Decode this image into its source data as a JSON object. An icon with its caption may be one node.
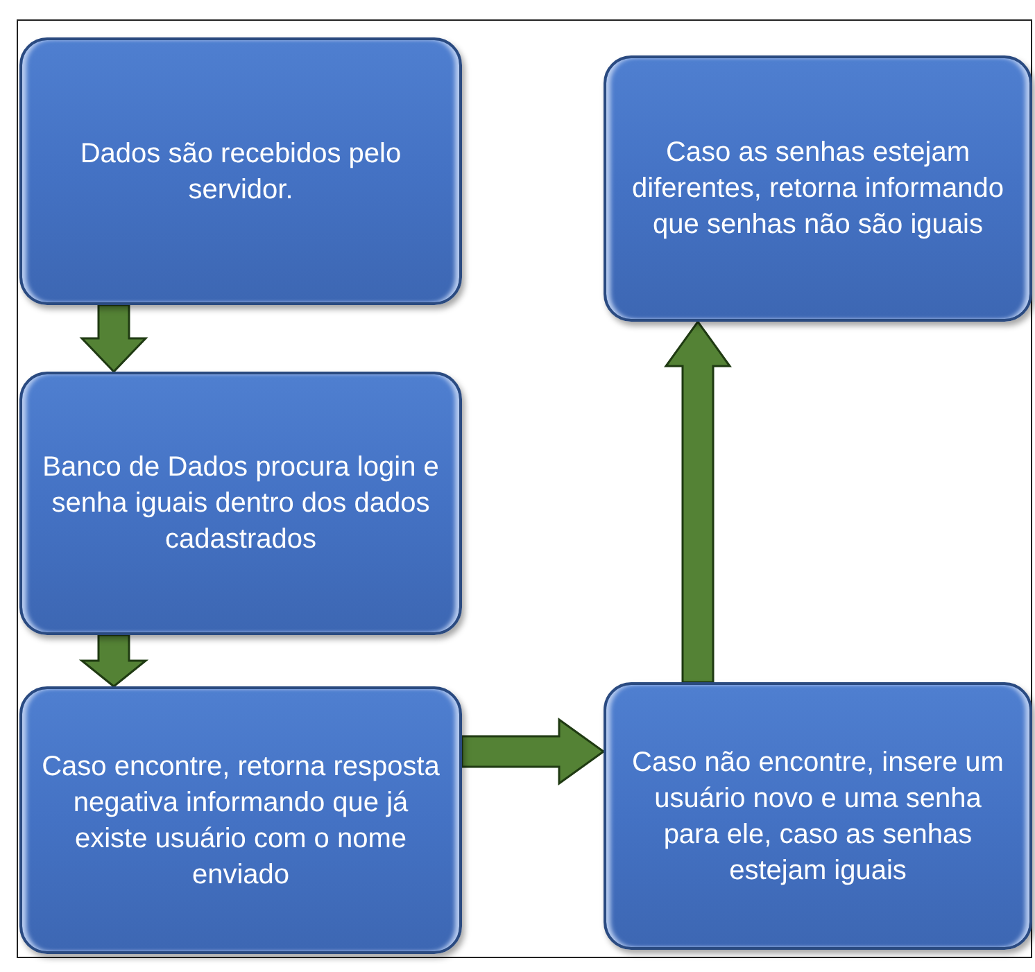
{
  "diagram": {
    "nodes": [
      {
        "text": [
          "Dados são recebidos pelo servidor."
        ]
      },
      {
        "text": [
          "Banco de Dados procura login e senha iguais dentro dos dados cadastrados"
        ]
      },
      {
        "text": [
          "Caso encontre, retorna resposta negativa informando que já existe usuário com o nome enviado"
        ]
      },
      {
        "text": [
          "Caso não encontre, insere um usuário novo e uma senha para ele, caso as senhas estejam iguais"
        ]
      },
      {
        "text": [
          "Caso as senhas estejam diferentes, retorna informando que senhas não são iguais"
        ]
      }
    ],
    "edges": [
      {
        "from": 0,
        "to": 1,
        "arrow": "to"
      },
      {
        "from": 1,
        "to": 2,
        "arrow": "to"
      },
      {
        "from": 2,
        "to": 3,
        "arrow": "to"
      },
      {
        "from": 3,
        "to": 4,
        "arrow": "to"
      }
    ]
  }
}
